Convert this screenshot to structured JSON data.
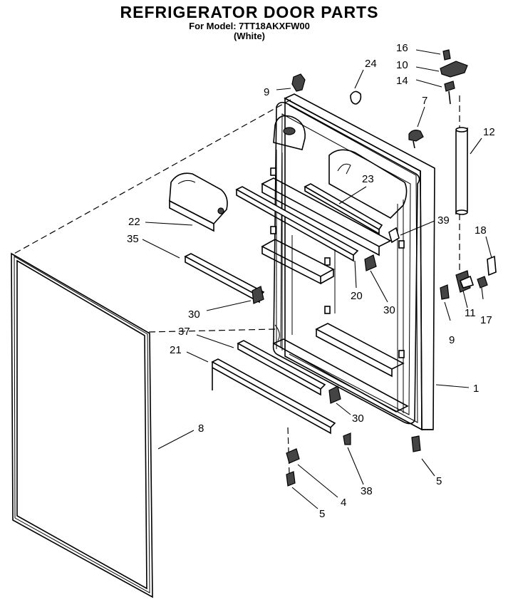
{
  "title": "REFRIGERATOR DOOR PARTS",
  "model_line": "For Model: 7TT18AKXFW00",
  "color_line": "(White)",
  "callouts": {
    "c1": "1",
    "c4": "4",
    "c5a": "5",
    "c5b": "5",
    "c7": "7",
    "c8": "8",
    "c9a": "9",
    "c9b": "9",
    "c10": "10",
    "c11": "11",
    "c12": "12",
    "c14": "14",
    "c16": "16",
    "c17": "17",
    "c18": "18",
    "c20": "20",
    "c21": "21",
    "c22": "22",
    "c23": "23",
    "c24": "24",
    "c30a": "30",
    "c30b": "30",
    "c30c": "30",
    "c35": "35",
    "c37": "37",
    "c38": "38",
    "c39": "39"
  }
}
